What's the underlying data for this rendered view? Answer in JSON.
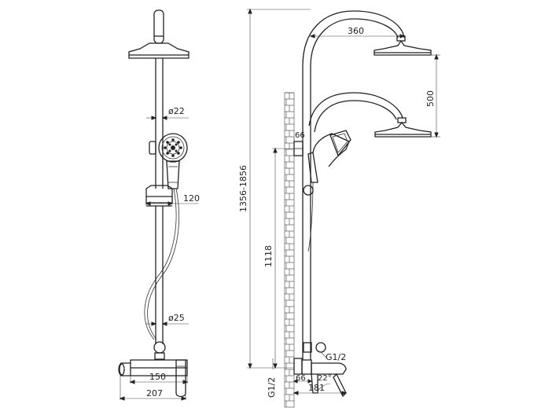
{
  "dimensions": {
    "pipe_diameter_upper": "ø22",
    "pipe_diameter_lower": "ø25",
    "bracket_width": "120",
    "outlet_spacing": "150",
    "mixer_width": "207",
    "head_arm_reach": "360",
    "head_drop": "500",
    "total_height": "1356-1856",
    "mixer_to_bracket": "1118",
    "bracket_offset": "66",
    "hand_connection": "G1/2",
    "wall_connection": "G1/2",
    "mixer_offset": "66",
    "spout_length": "181",
    "spout_angle": "22°"
  },
  "views": [
    "front",
    "side"
  ]
}
